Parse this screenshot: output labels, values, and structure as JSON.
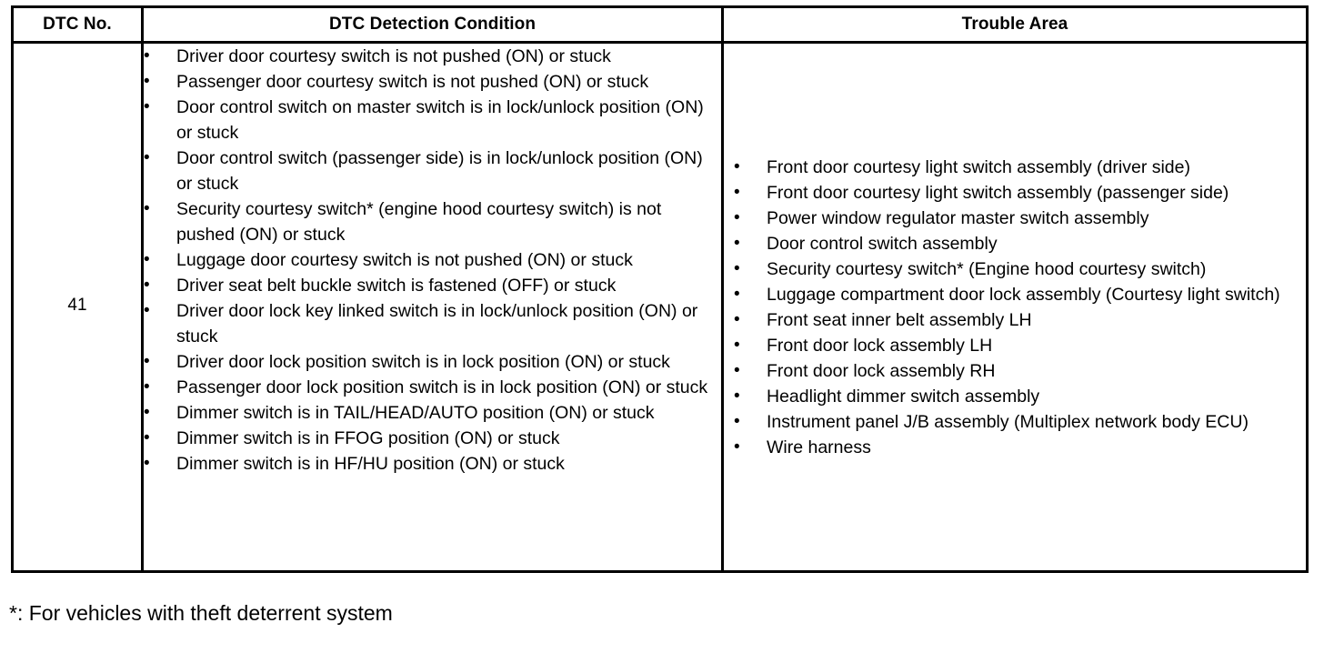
{
  "table": {
    "headers": {
      "dtc_no": "DTC No.",
      "detection_condition": "DTC Detection Condition",
      "trouble_area": "Trouble Area"
    },
    "rows": [
      {
        "dtc_no": "41",
        "detection_conditions": [
          "Driver door courtesy switch is not pushed (ON) or stuck",
          "Passenger door courtesy switch is not pushed (ON) or stuck",
          "Door control switch on master switch is in lock/unlock position (ON) or stuck",
          "Door control switch (passenger side) is in lock/unlock position (ON) or stuck",
          "Security courtesy switch* (engine hood courtesy switch) is not pushed (ON) or stuck",
          "Luggage door courtesy switch is not pushed (ON) or stuck",
          "Driver seat belt buckle switch is fastened (OFF) or stuck",
          "Driver door lock key linked switch is in lock/unlock position (ON) or stuck",
          "Driver door lock position switch is in lock position (ON) or stuck",
          "Passenger door lock position switch is in lock position (ON) or stuck",
          "Dimmer switch is in TAIL/HEAD/AUTO position (ON) or stuck",
          "Dimmer switch is in FFOG position (ON) or stuck",
          "Dimmer switch is in HF/HU position (ON) or stuck"
        ],
        "trouble_areas": [
          "Front door courtesy light switch assembly (driver side)",
          "Front door courtesy light switch assembly (passenger side)",
          "Power window regulator master switch assembly",
          "Door control switch assembly",
          "Security courtesy switch* (Engine hood courtesy switch)",
          "Luggage compartment door lock assembly (Courtesy light switch)",
          "Front seat inner belt assembly LH",
          "Front door lock assembly LH",
          "Front door lock assembly RH",
          "Headlight dimmer switch assembly",
          "Instrument panel J/B assembly (Multiplex network body ECU)",
          "Wire harness"
        ]
      }
    ]
  },
  "bullet_glyph": "•",
  "footnote": "*: For vehicles with theft deterrent system",
  "colors": {
    "border": "#000000",
    "text": "#000000",
    "background": "#ffffff"
  }
}
